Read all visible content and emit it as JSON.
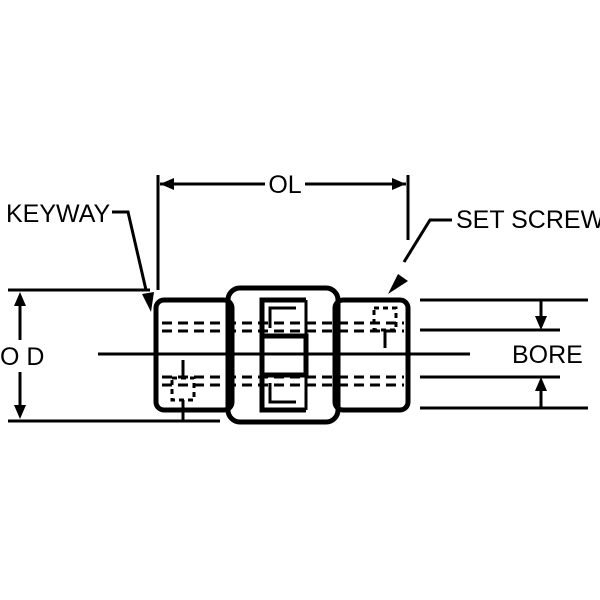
{
  "labels": {
    "overall_length": "OL",
    "keyway": "KEYWAY",
    "set_screw": "SET SCREW",
    "outer_diameter": "O D",
    "bore": "BORE"
  },
  "colors": {
    "line": "#000000",
    "background": "#ffffff"
  }
}
